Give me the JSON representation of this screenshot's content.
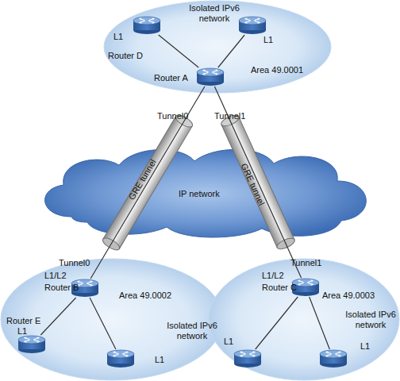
{
  "diagram": {
    "nodes": [
      {
        "text": [
          "Isolated IPv6 network",
          "Area 49.0001"
        ]
      },
      {
        "text": [
          "L1",
          "Router D"
        ],
        "in": 0
      },
      {
        "text": [
          "L1"
        ],
        "in": 0
      },
      {
        "text": [
          "Router A"
        ],
        "in": 0
      },
      {
        "text": [
          "IP network"
        ]
      },
      {
        "text": [
          "Area 49.0002",
          "Isolated IPv6 network"
        ]
      },
      {
        "text": [
          "L1/L2",
          "Router B"
        ],
        "in": 5
      },
      {
        "text": [
          "Router E",
          "L1"
        ],
        "in": 5
      },
      {
        "text": [
          "L1"
        ],
        "in": 5
      },
      {
        "text": [
          "Area 49.0003",
          "Isolated IPv6 network"
        ]
      },
      {
        "text": [
          "L1/L2",
          "Router C"
        ],
        "in": 9
      },
      {
        "text": [
          "L1"
        ],
        "in": 9
      },
      {
        "text": [
          "L1"
        ],
        "in": 9
      }
    ],
    "edges": [
      {
        "from": 1,
        "to": 3,
        "arrow": "none"
      },
      {
        "from": 2,
        "to": 3,
        "arrow": "none"
      },
      {
        "from": 3,
        "to": 6,
        "label": "GRE tunnel",
        "arrow": "none"
      },
      {
        "from": 3,
        "to": 10,
        "label": "GRE tunnel",
        "arrow": "none"
      },
      {
        "from": 6,
        "to": 7,
        "arrow": "none"
      },
      {
        "from": 6,
        "to": 8,
        "arrow": "none"
      },
      {
        "from": 10,
        "to": 11,
        "arrow": "none"
      },
      {
        "from": 10,
        "to": 12,
        "arrow": "none"
      }
    ],
    "labels": [
      "Tunnel0",
      "Tunnel1",
      "Tunnel0",
      "Tunnel1"
    ]
  }
}
